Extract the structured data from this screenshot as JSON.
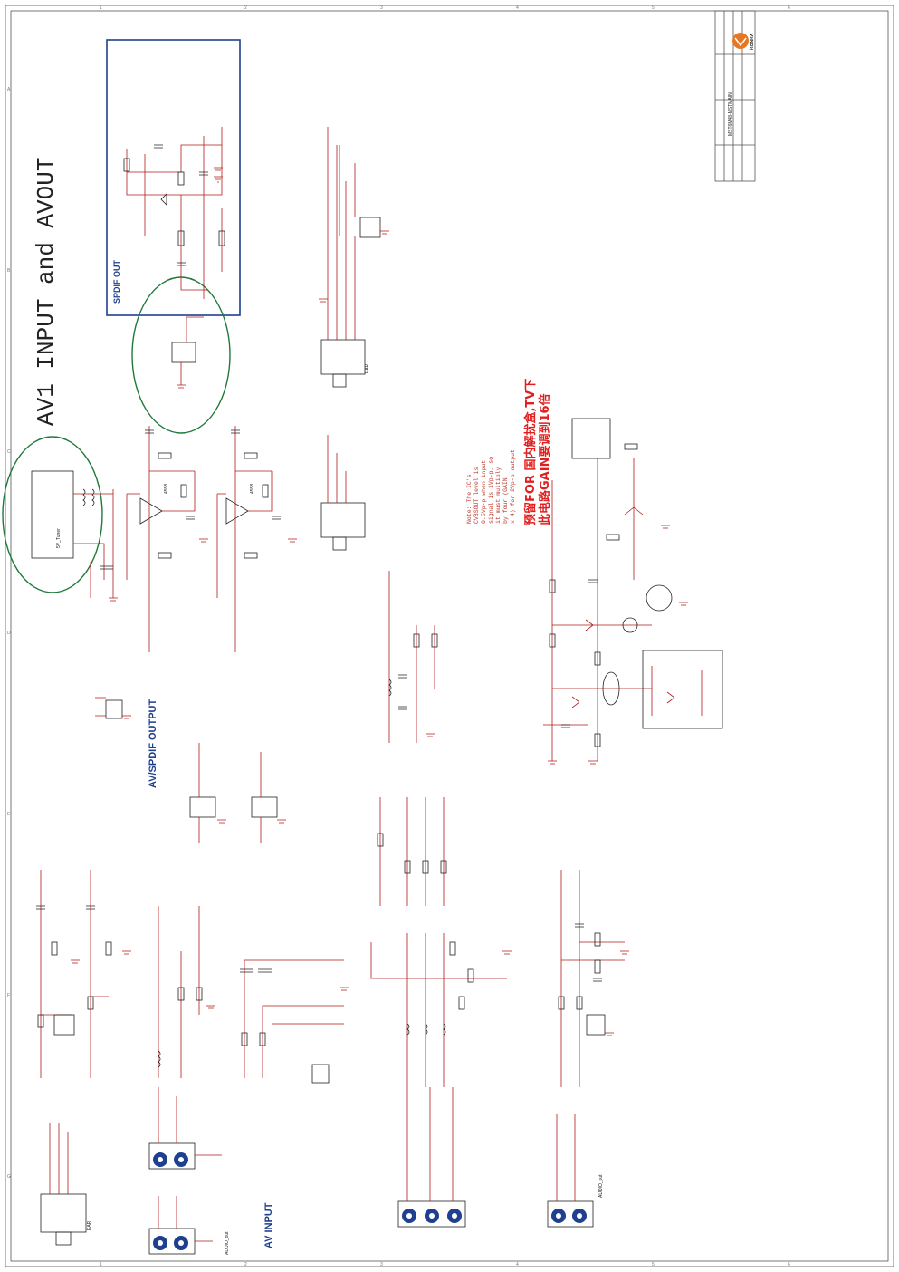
{
  "title": "AV1 INPUT and AVOUT",
  "sections": {
    "spdif_out": "SPDIF OUT",
    "av_spdif_output": "AV/SPDIF OUTPUT",
    "av_input": "AV INPUT"
  },
  "note": {
    "lines": [
      "Note: The IC's",
      "CVBSOUT level is",
      "0.5Vp-p when input",
      "signal is 1Vp-p, so",
      "it must multiply",
      "by four (GAIN",
      "x 4) for 2Vp-p output"
    ]
  },
  "chinese_note": {
    "lines": [
      "预留FOR 国内解扰盒,TV下",
      "此电路GAIN要调到16倍"
    ]
  },
  "labels": {
    "tuner": "5V_Tuner",
    "ear1": "EAR",
    "ear2": "EAR",
    "ic_4558a": "4558",
    "ic_4558b": "4558",
    "audio_out_l": "AUDIO_out",
    "audio_out_r": "AUDIO_out",
    "mark_top_1": "1",
    "mark_top_2": "2",
    "mark_top_3": "3",
    "mark_top_4": "4",
    "mark_top_5": "5",
    "mark_top_6": "6",
    "mark_bot_1": "1",
    "mark_bot_2": "2",
    "mark_bot_3": "3",
    "mark_bot_4": "4",
    "mark_bot_5": "5",
    "mark_bot_6": "6",
    "mark_side_a": "A",
    "mark_side_b": "B",
    "mark_side_c": "C",
    "mark_side_d": "D",
    "mark_side_e": "E",
    "mark_side_f": "F",
    "mark_side_g": "G"
  },
  "title_block": {
    "company": "KONKA",
    "model": "MST6M48-MSTMAIN"
  },
  "colors": {
    "wire": "#b31b1b",
    "highlight_blue": "#1f3f8f",
    "highlight_green": "#1f7a3a",
    "chinese_red": "#e02020"
  }
}
